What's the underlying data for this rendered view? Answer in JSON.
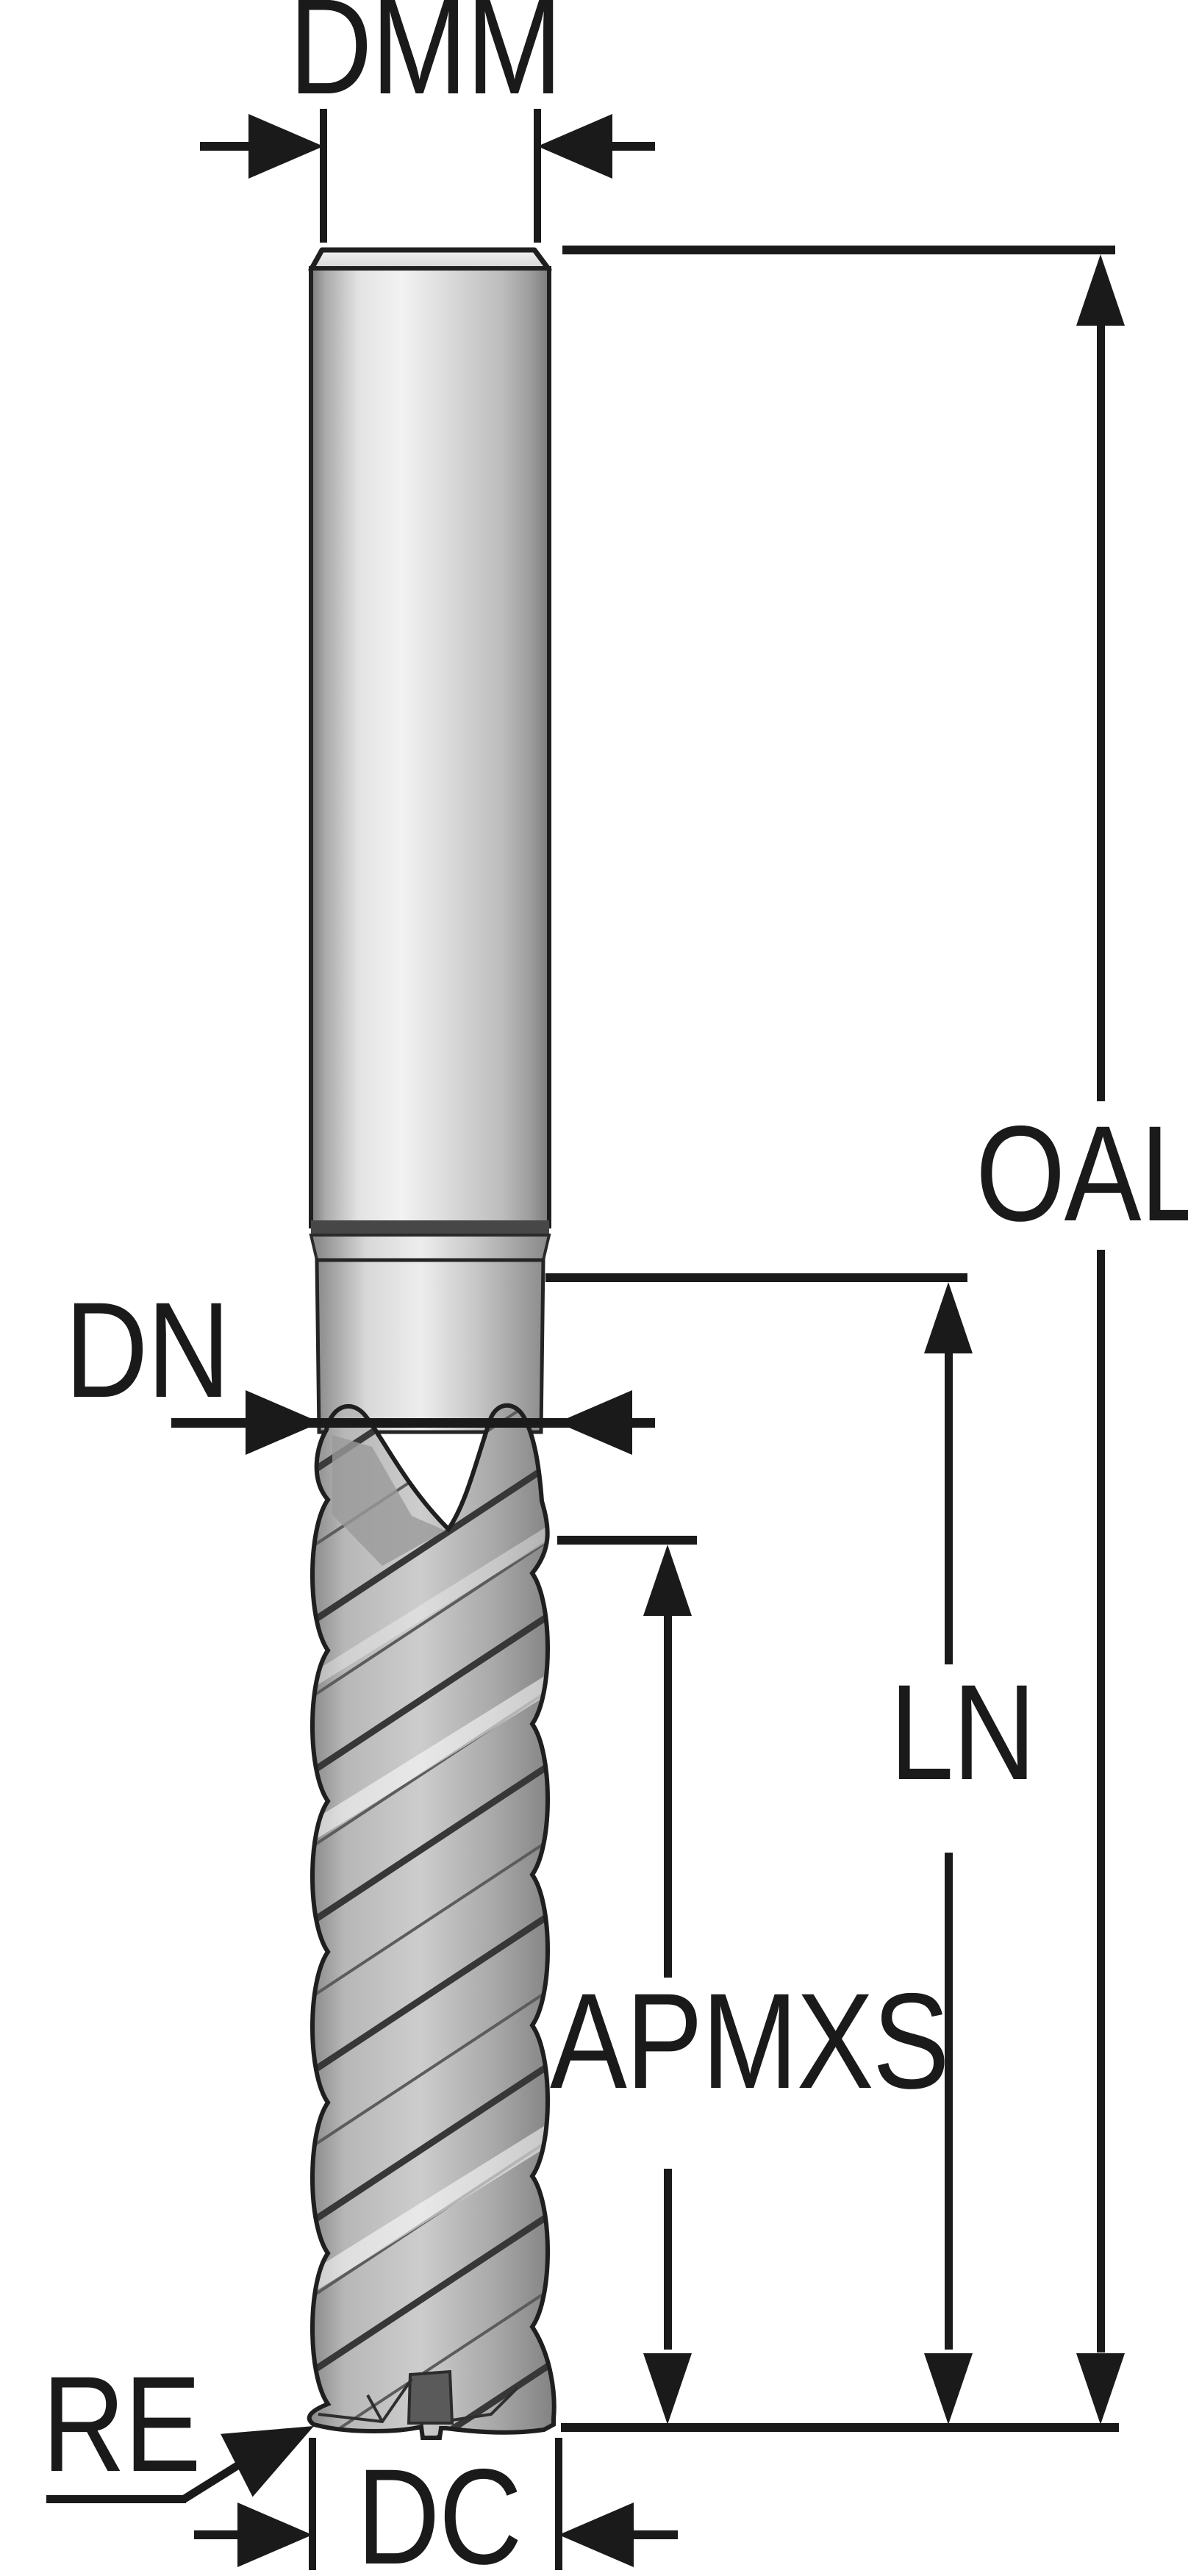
{
  "diagram": {
    "type": "tool-dimension-drawing",
    "subject": "solid end mill, side view with dimension callouts",
    "labels": {
      "dmm": "DMM",
      "oal": "OAL",
      "dn": "DN",
      "ln": "LN",
      "apmxs": "APMXS",
      "re": "RE",
      "dc": "DC"
    },
    "colors": {
      "ink": "#1a1a1a",
      "background": "#ffffff",
      "steel_highlight": "#f2f2f2",
      "steel_light": "#d9d9d9",
      "steel_mid": "#b3b3b3",
      "steel_dark": "#7d7d7d",
      "flute_shadow": "#4a4a4a"
    }
  }
}
